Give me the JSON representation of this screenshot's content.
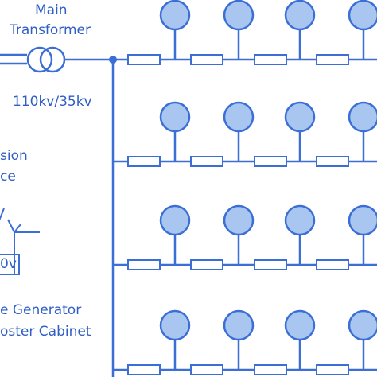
{
  "labels": {
    "main_transformer_line1": "Main",
    "main_transformer_line2": "Transformer",
    "voltage_ratio": "110kv/35kv",
    "transmission_line1": "sion",
    "transmission_line2": "ce",
    "turbine_voltage": "0v",
    "generator_line1": "e Generator",
    "generator_line2": "oster Cabinet"
  },
  "colors": {
    "line": "#3b6fd6",
    "node_fill": "#a9c6f0",
    "node_stroke": "#3b6fd6",
    "text": "#2f5ec4"
  },
  "grid": {
    "feeder_rows": 4,
    "turbines_per_row": 4
  }
}
